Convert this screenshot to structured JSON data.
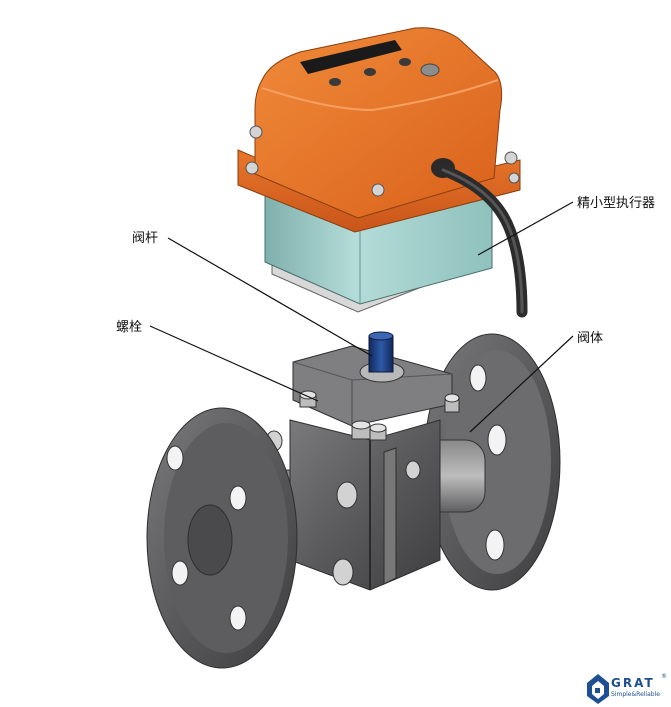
{
  "labels": {
    "actuator": "精小型执行器",
    "stem": "阀杆",
    "bolt": "螺栓",
    "body": "阀体"
  },
  "logo": {
    "name": "GRAT",
    "tagline": "Simple&Reliable",
    "registered": "®"
  },
  "colors": {
    "actuator_top": "#e8762a",
    "actuator_base": "#a9d0cc",
    "valve_body": "#5c5c5e",
    "stem": "#1f3f7a",
    "brand": "#1e4f93"
  }
}
